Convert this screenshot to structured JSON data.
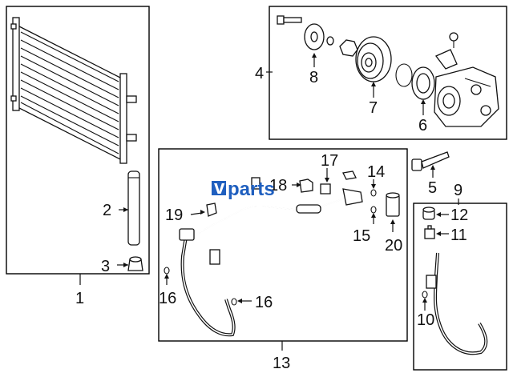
{
  "callouts": {
    "c1": "1",
    "c2": "2",
    "c3": "3",
    "c4": "4",
    "c5": "5",
    "c6": "6",
    "c7": "7",
    "c8": "8",
    "c9": "9",
    "c10": "10",
    "c11": "11",
    "c12": "12",
    "c13": "13",
    "c14": "14",
    "c15": "15",
    "c16a": "16",
    "c16b": "16",
    "c17": "17",
    "c18": "18",
    "c19": "19",
    "c20": "20"
  },
  "watermark": {
    "prefix": "v",
    "text": "parts"
  },
  "colors": {
    "ink": "#111111",
    "background": "#ffffff",
    "watermark": "#1f5fbf"
  }
}
